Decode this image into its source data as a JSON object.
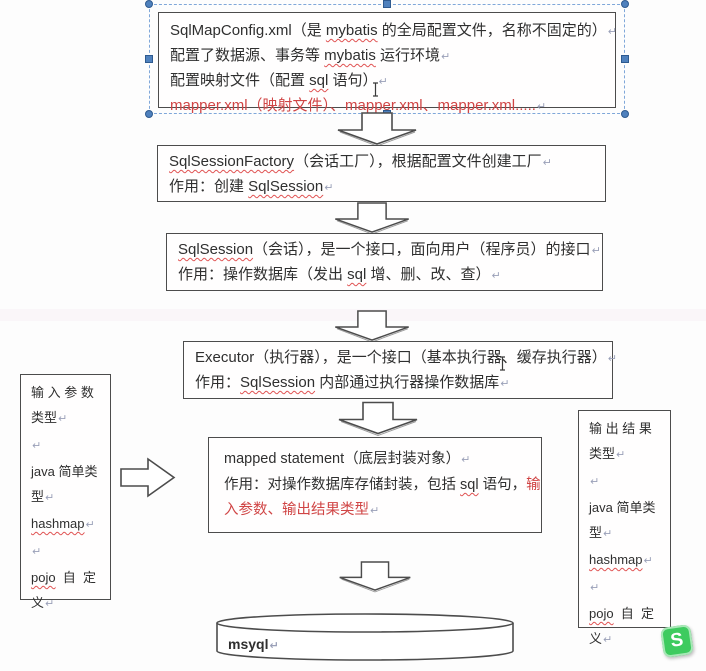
{
  "glyphs": {
    "crlf": "↵",
    "logo_letter": "S"
  },
  "colors": {
    "box_border": "#4c4c4c",
    "text": "#2f2f2f",
    "red_text": "#d04545",
    "squiggle": "#e05252",
    "selection_blue": "#4f81bd",
    "watermark_green": "#3ecb5f"
  },
  "config_box": {
    "l1a": "SqlMapConfig.xml（是 ",
    "l1b": "mybatis",
    "l1c": " 的全局配置文件，名称不固定的）",
    "l2a": "配置了数据源、事务等 ",
    "l2b": "mybatis",
    "l2c": " 运行环境",
    "l3a": "配置映射文件（配置 ",
    "l3b": "sql",
    "l3c": " 语句）",
    "l4": "mapper.xml（映射文件）、mapper.xml、mapper.xml....."
  },
  "factory_box": {
    "l1a": "SqlSessionFactory",
    "l1b": "（会话工厂），根据配置文件创建工厂",
    "l2a": "作用：创建 ",
    "l2b": "SqlSession"
  },
  "session_box": {
    "l1a": "SqlSession",
    "l1b": "（会话），是一个接口，面向用户（程序员）的接口",
    "l2a": "作用：操作数据库（发出 ",
    "l2b": "sql",
    "l2c": " 增、删、改、查）"
  },
  "executor_box": {
    "l1": "Executor（执行器），是一个接口（基本执行器、缓存执行器）",
    "l2a": "作用：",
    "l2b": "SqlSession",
    "l2c": " 内部通过执行器操作数据库"
  },
  "mapped_box": {
    "l1": "mapped statement（底层封装对象）",
    "l2a": "作用：对操作数据库存储封装，包括 ",
    "l2b": "sql",
    "l2c": " 语句，",
    "l2d": "输",
    "l3": "入参数、输出结果类型"
  },
  "input_box": {
    "l1": "输 入 参 数",
    "l2": "类型",
    "l4": "java 简单类",
    "l5": "型",
    "l6": "hashmap",
    "l8a": "pojo",
    "l8b": "  自  定",
    "l9": "义"
  },
  "output_box": {
    "l1": "输 出 结 果",
    "l2": "类型",
    "l4": "java 简单类",
    "l5": "型",
    "l6": "hashmap",
    "l8a": "pojo",
    "l8b": "  自  定",
    "l9": "义"
  },
  "database": {
    "label": "msyql"
  }
}
